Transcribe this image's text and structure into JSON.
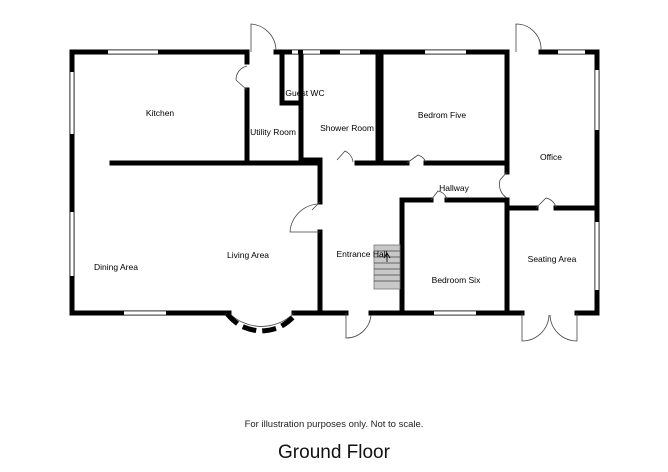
{
  "rooms": {
    "kitchen": "Kitchen",
    "utility": "Utility Room",
    "guest_wc": "Guest WC",
    "shower": "Shower Room",
    "bedroom_five": "Bedrom Five",
    "office": "Office",
    "hallway": "Hallway",
    "dining": "Dining Area",
    "living": "Living Area",
    "entrance": "Entrance Hall",
    "bedroom_six": "Bedroom Six",
    "seating": "Seating Area"
  },
  "footer": {
    "note": "For illustration purposes only. Not to scale.",
    "title": "Ground Floor"
  }
}
